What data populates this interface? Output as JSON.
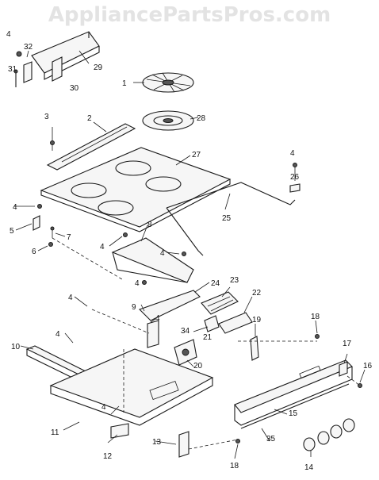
{
  "watermark": "AppliancePartsPros.com",
  "callouts": [
    "1",
    "2",
    "3",
    "4",
    "5",
    "6",
    "7",
    "8",
    "9",
    "10",
    "11",
    "12",
    "13",
    "14",
    "15",
    "16",
    "17",
    "18",
    "19",
    "20",
    "21",
    "22",
    "23",
    "24",
    "25",
    "26",
    "27",
    "28",
    "29",
    "30",
    "31",
    "32",
    "34",
    "35"
  ]
}
